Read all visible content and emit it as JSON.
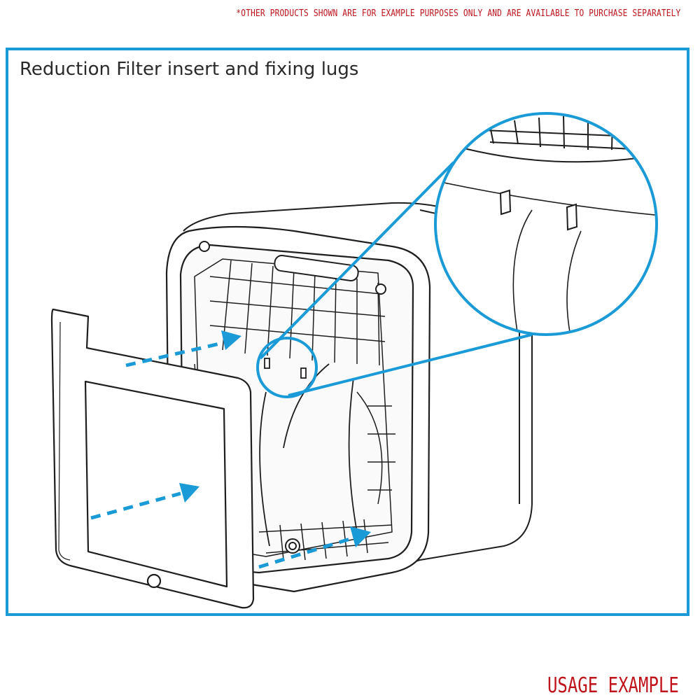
{
  "disclaimer": "*OTHER PRODUCTS SHOWN ARE FOR EXAMPLE PURPOSES ONLY AND ARE AVAILABLE TO PURCHASE SEPARATELY",
  "title": "Reduction Filter insert and fixing lugs",
  "footer_label": "USAGE EXAMPLE",
  "colors": {
    "accent": "#1a9ad6",
    "warning_text": "#c0141c",
    "line_art": "#1e1e1e"
  }
}
